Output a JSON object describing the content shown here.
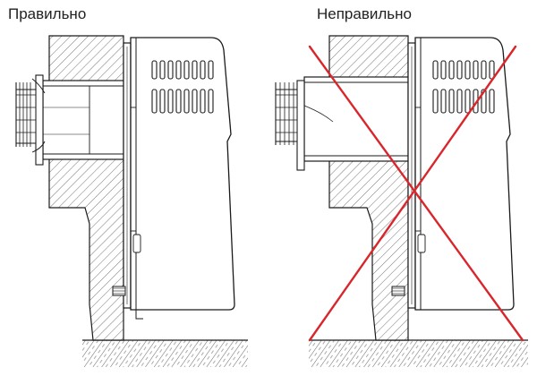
{
  "captions": {
    "correct": "Правильно",
    "incorrect": "Неправильно"
  },
  "colors": {
    "line": "#1a1a1a",
    "hatch": "#555555",
    "cross": "#d9262b",
    "background": "#ffffff"
  },
  "panels": [
    {
      "id": "correct",
      "marked_wrong": false
    },
    {
      "id": "incorrect",
      "marked_wrong": true
    }
  ]
}
